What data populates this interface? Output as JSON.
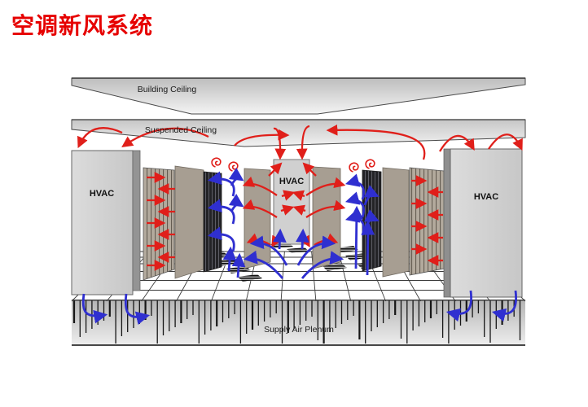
{
  "slide": {
    "title": "空调新风系统",
    "title_color": "#e60000",
    "background": "#ffffff"
  },
  "diagram": {
    "labels": {
      "building_ceiling": "Building Ceiling",
      "suspended_ceiling": "Suspended Ceiling",
      "supply_air_plenum": "Supply Air Plenum",
      "hvac_left": "HVAC",
      "hvac_center": "HVAC",
      "hvac_right": "HVAC"
    },
    "colors": {
      "hot_airflow": "#e01f1a",
      "cold_airflow": "#2f2fd0",
      "hvac_unit": "#d3d3d3",
      "rack_tan": "#a79e92",
      "rack_dark": "#2b2b2e",
      "ceiling_slab": "#d9d9d9",
      "plenum_band": "#c9c9c9"
    }
  }
}
